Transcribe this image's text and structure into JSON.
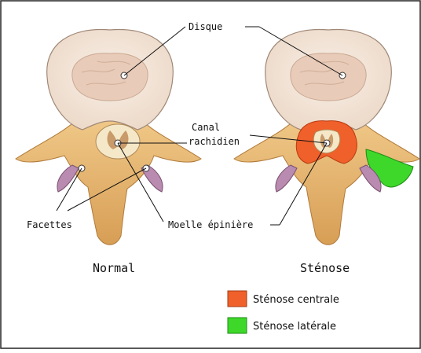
{
  "labels": {
    "disque": "Disque",
    "canal_line1": "Canal",
    "canal_line2": "rachidien",
    "facettes": "Facettes",
    "moelle": "Moelle épinière"
  },
  "titles": {
    "normal": "Normal",
    "stenose": "Sténose"
  },
  "legend": [
    {
      "label": "Sténose centrale",
      "color": "#f0602a"
    },
    {
      "label": "Sténose latérale",
      "color": "#3ed82a"
    }
  ],
  "colors": {
    "bone": "#e2b06a",
    "disc_outer": "#f2e4d8",
    "disc_inner": "#e6c8b4",
    "facet_cartilage": "#b98bb0",
    "cord": "#f4e8c8",
    "grey_matter": "#c99a6a"
  }
}
